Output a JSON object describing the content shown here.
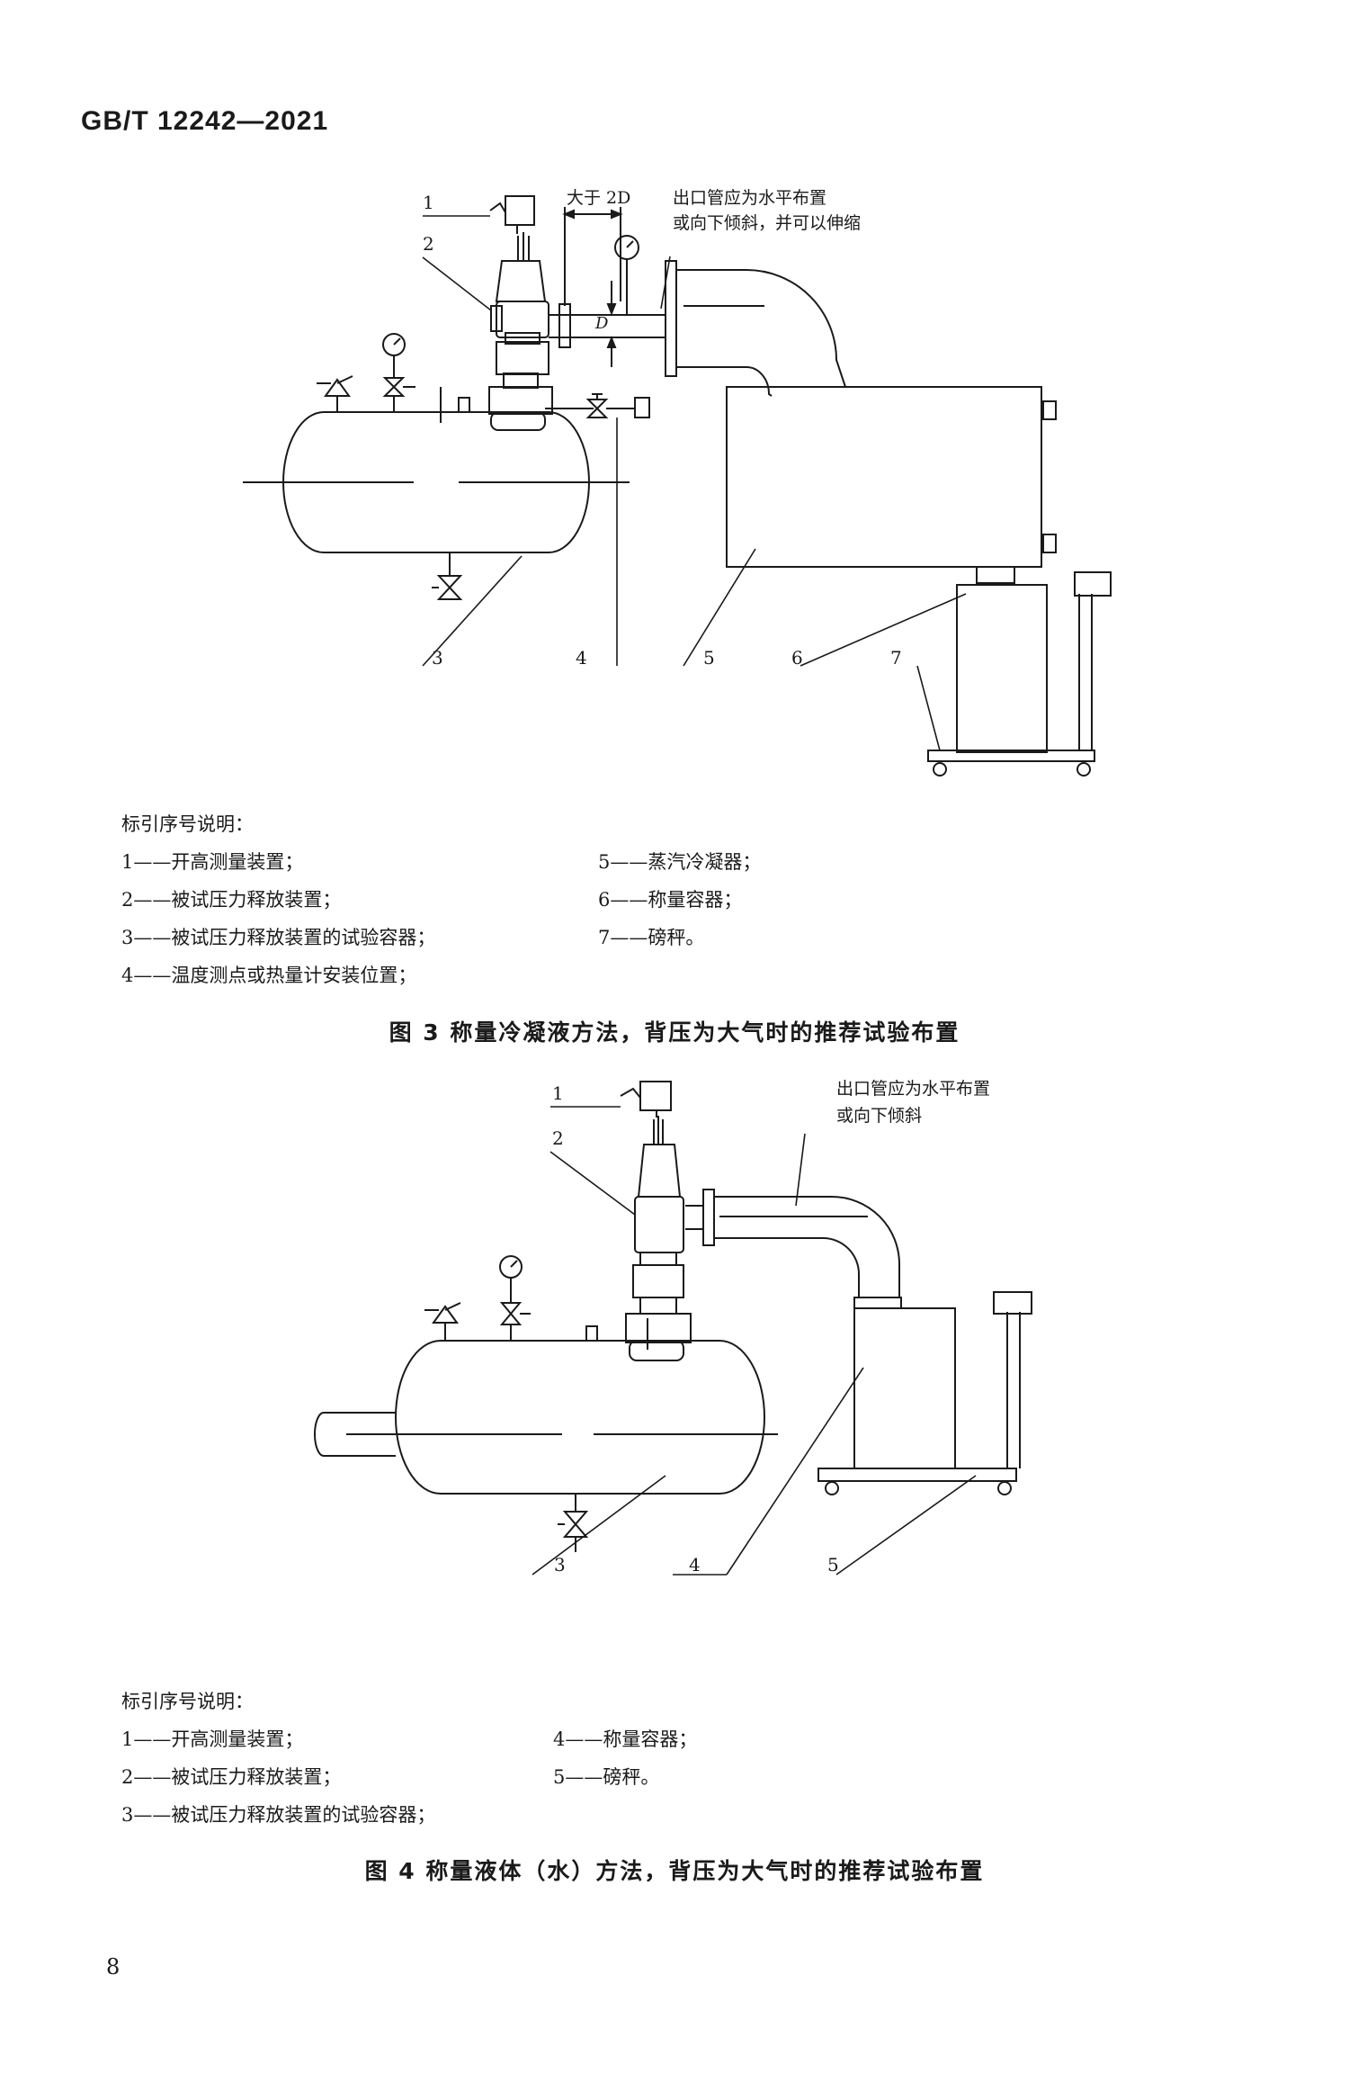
{
  "header": {
    "standard": "GB/T  12242—2021"
  },
  "figure3": {
    "annotation_distance": "大于 2D",
    "annotation_d": "D",
    "outlet_note_line1": "出口管应为水平布置",
    "outlet_note_line2": "或向下倾斜，并可以伸缩",
    "markers": [
      "1",
      "2",
      "3",
      "4",
      "5",
      "6",
      "7"
    ],
    "legend_title": "标引序号说明：",
    "legend_left": [
      "1——开高测量装置；",
      "2——被试压力释放装置；",
      "3——被试压力释放装置的试验容器；",
      "4——温度测点或热量计安装位置；"
    ],
    "legend_right": [
      "5——蒸汽冷凝器；",
      "6——称量容器；",
      "7——磅秤。"
    ],
    "caption": "图 3   称量冷凝液方法，背压为大气时的推荐试验布置"
  },
  "figure4": {
    "outlet_note_line1": "出口管应为水平布置",
    "outlet_note_line2": "或向下倾斜",
    "markers": [
      "1",
      "2",
      "3",
      "4",
      "5"
    ],
    "legend_title": "标引序号说明：",
    "legend_left": [
      "1——开高测量装置；",
      "2——被试压力释放装置；",
      "3——被试压力释放装置的试验容器；"
    ],
    "legend_right": [
      "4——称量容器；",
      "5——磅秤。"
    ],
    "caption": "图 4   称量液体（水）方法，背压为大气时的推荐试验布置"
  },
  "footer": {
    "page_number": "8"
  }
}
